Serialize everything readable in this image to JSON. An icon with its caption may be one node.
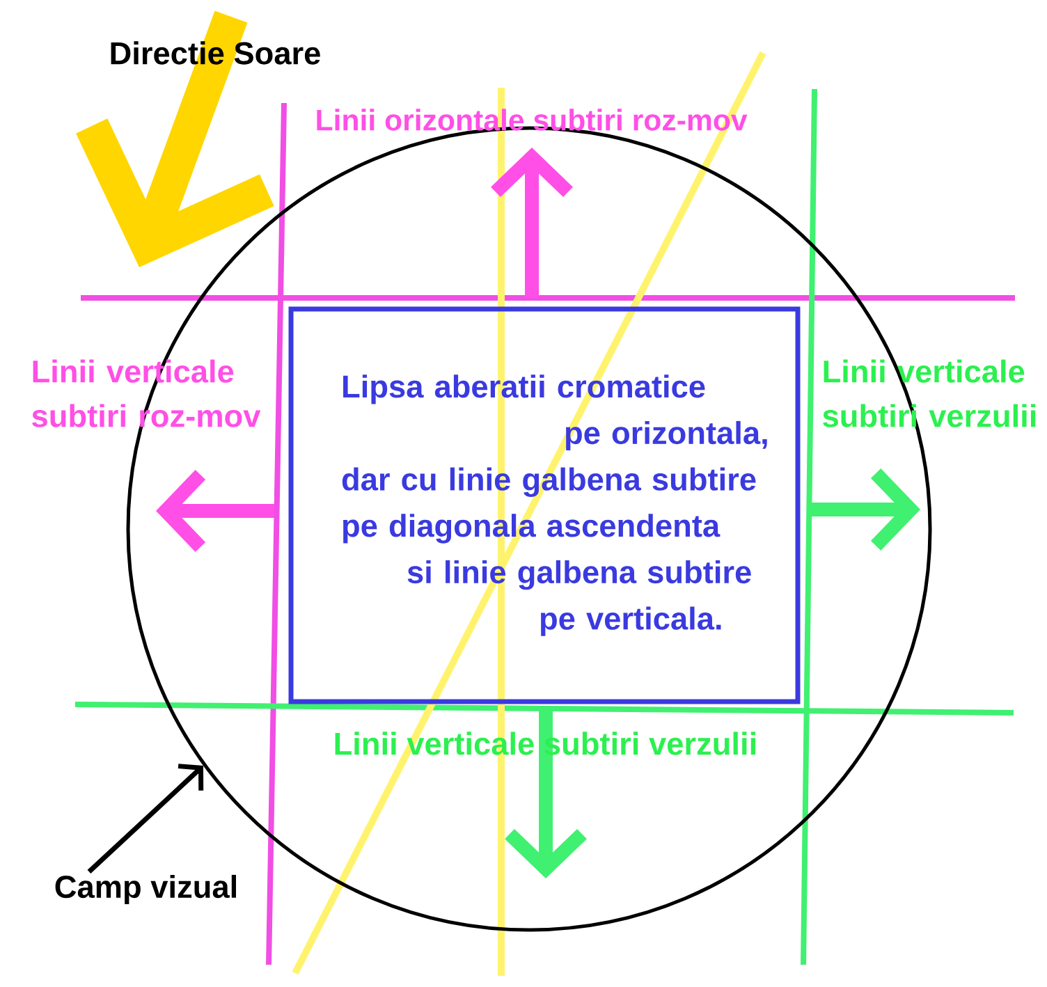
{
  "diagram": {
    "nodes": [
      {
        "text": [],
        "shape": "circle"
      },
      {
        "text": [
          "Lipsa aberatii cromatice pe orizontala, dar cu linie galbena subtire pe diagonala ascendenta si linie galbena subtire pe verticala."
        ],
        "in": 0
      },
      {
        "text": [
          "Camp vizual"
        ]
      }
    ],
    "edges": [
      {
        "from": 2,
        "to": 0,
        "arrow": "to"
      }
    ],
    "labels": [
      "Directie Soare",
      "Linii orizontale subtiri roz-mov",
      "Linii verticale subtiri roz-mov",
      "Linii verticale subtiri verzulii",
      "Linii verticale subtiri verzulii"
    ]
  }
}
